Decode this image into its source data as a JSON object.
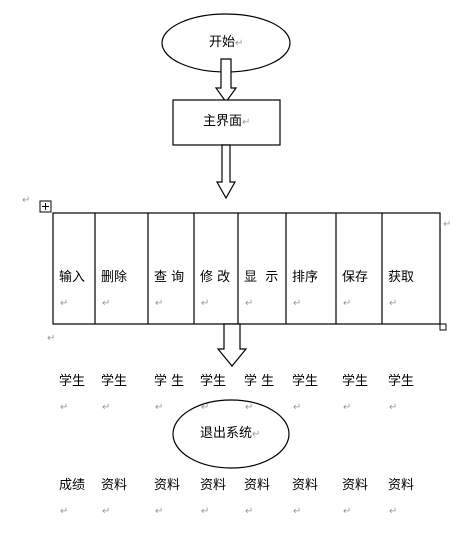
{
  "flow": {
    "start": "开始",
    "main": "主界面",
    "exit": "退出系统"
  },
  "paragraph_mark": "↵",
  "table_handle": "⊞",
  "modules": [
    {
      "line1": "输入",
      "line2": "学生",
      "line3": "成绩"
    },
    {
      "line1": "删除",
      "line2": "学生",
      "line3": "资料"
    },
    {
      "line1": "查 询",
      "line2": "学 生",
      "line3": "资料"
    },
    {
      "line1": "修 改",
      "line2": "学生",
      "line3": "资料"
    },
    {
      "line1": "显  示",
      "line2": "学 生",
      "line3": "资料"
    },
    {
      "line1": "排序",
      "line2": "学生",
      "line3": "资料"
    },
    {
      "line1": "保存",
      "line2": "学生",
      "line3": "资料"
    },
    {
      "line1": "获取",
      "line2": "学生",
      "line3": "资料"
    }
  ]
}
